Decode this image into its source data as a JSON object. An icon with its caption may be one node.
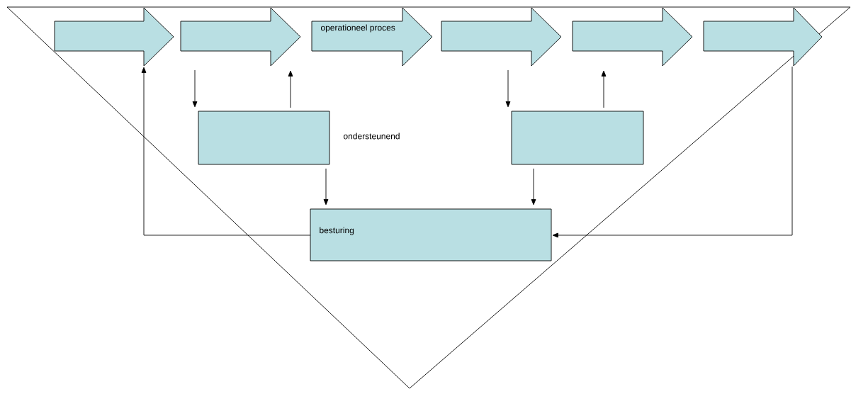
{
  "diagram": {
    "nodes": [
      {
        "text": [],
        "shape": "arrow"
      },
      {
        "text": [],
        "shape": "arrow"
      },
      {
        "text": [
          "operationeel proces"
        ]
      },
      {
        "text": [],
        "shape": "arrow"
      },
      {
        "text": [],
        "shape": "arrow"
      },
      {
        "text": [],
        "shape": "arrow"
      },
      {
        "text": [],
        "shape": "box",
        "beside": [
          "ondersteunend"
        ]
      },
      {
        "text": [],
        "shape": "box"
      },
      {
        "text": [
          "besturing"
        ]
      }
    ],
    "edges": [
      {
        "from": 1,
        "to": 6,
        "arrow": "to"
      },
      {
        "from": 6,
        "to": 1,
        "arrow": "to"
      },
      {
        "from": 3,
        "to": 7,
        "arrow": "to"
      },
      {
        "from": 7,
        "to": 4,
        "arrow": "to"
      },
      {
        "from": 6,
        "to": 8,
        "arrow": "to"
      },
      {
        "from": 7,
        "to": 8,
        "arrow": "to"
      },
      {
        "from": 8,
        "to": 0,
        "arrow": "to"
      },
      {
        "from": 5,
        "to": 8,
        "arrow": "to"
      }
    ]
  }
}
